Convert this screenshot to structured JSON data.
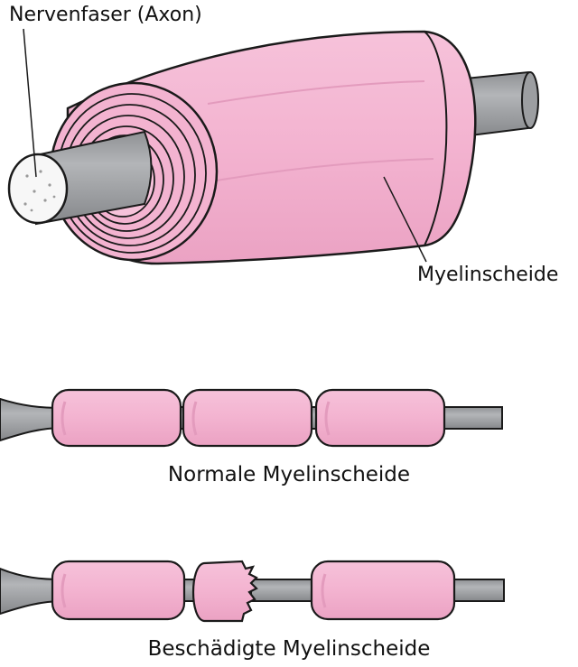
{
  "labels": {
    "axon": "Nervenfaser (Axon)",
    "myelin_sheath": "Myelinscheide",
    "normal": "Normale Myelinscheide",
    "damaged": "Beschädigte Myelinscheide"
  },
  "colors": {
    "myelin": "#f4b6d2",
    "myelin_shadow": "#e79cbf",
    "axon": "#a7a9ac",
    "axon_dark": "#8a8c8f",
    "outline": "#1a1a1a"
  }
}
